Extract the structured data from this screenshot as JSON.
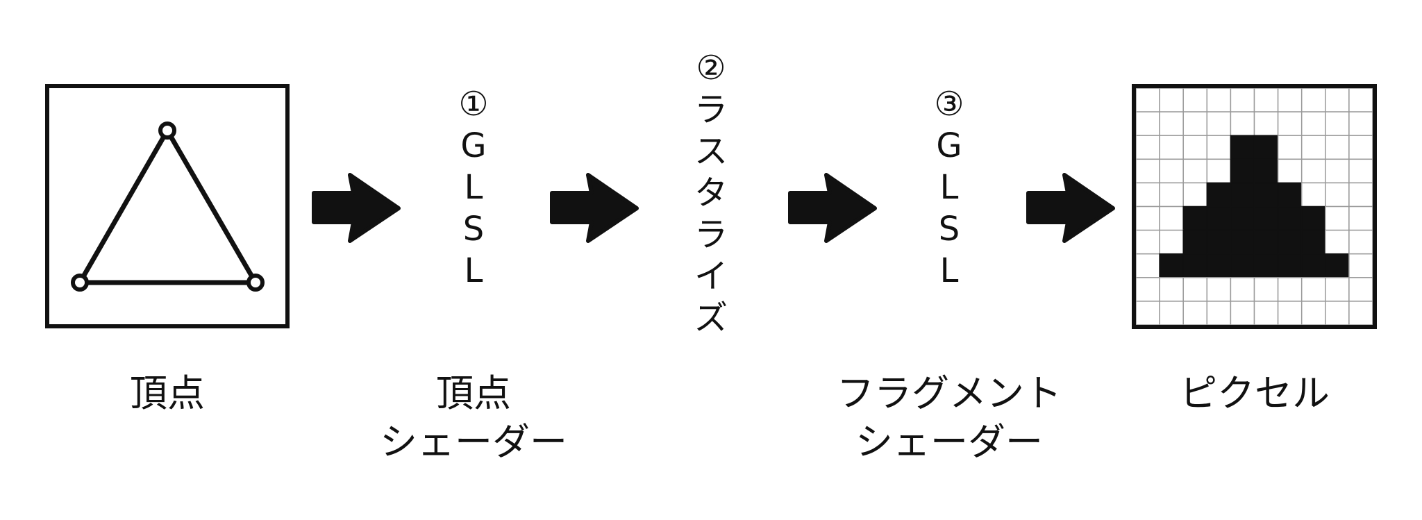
{
  "vertex_label": "頂点",
  "step1": {
    "number": "①",
    "chars": [
      "G",
      "L",
      "S",
      "L"
    ],
    "caption_line1": "頂点",
    "caption_line2": "シェーダー"
  },
  "step2": {
    "number": "②",
    "chars": [
      "ラ",
      "ス",
      "タ",
      "ラ",
      "イ",
      "ズ"
    ]
  },
  "step3": {
    "number": "③",
    "chars": [
      "G",
      "L",
      "S",
      "L"
    ],
    "caption_line1": "フラグメント",
    "caption_line2": "シェーダー"
  },
  "pixel_label": "ピクセル",
  "pixel_grid": {
    "cols": 10,
    "rows": 10,
    "filled": [
      [
        2,
        4
      ],
      [
        2,
        5
      ],
      [
        3,
        4
      ],
      [
        3,
        5
      ],
      [
        4,
        3
      ],
      [
        4,
        4
      ],
      [
        4,
        5
      ],
      [
        4,
        6
      ],
      [
        5,
        2
      ],
      [
        5,
        3
      ],
      [
        5,
        4
      ],
      [
        5,
        5
      ],
      [
        5,
        6
      ],
      [
        5,
        7
      ],
      [
        6,
        2
      ],
      [
        6,
        3
      ],
      [
        6,
        4
      ],
      [
        6,
        5
      ],
      [
        6,
        6
      ],
      [
        6,
        7
      ],
      [
        7,
        1
      ],
      [
        7,
        2
      ],
      [
        7,
        3
      ],
      [
        7,
        4
      ],
      [
        7,
        5
      ],
      [
        7,
        6
      ],
      [
        7,
        7
      ],
      [
        7,
        8
      ]
    ]
  },
  "colors": {
    "ink": "#111111",
    "grid_line": "#9a9a9a",
    "background": "#ffffff"
  }
}
